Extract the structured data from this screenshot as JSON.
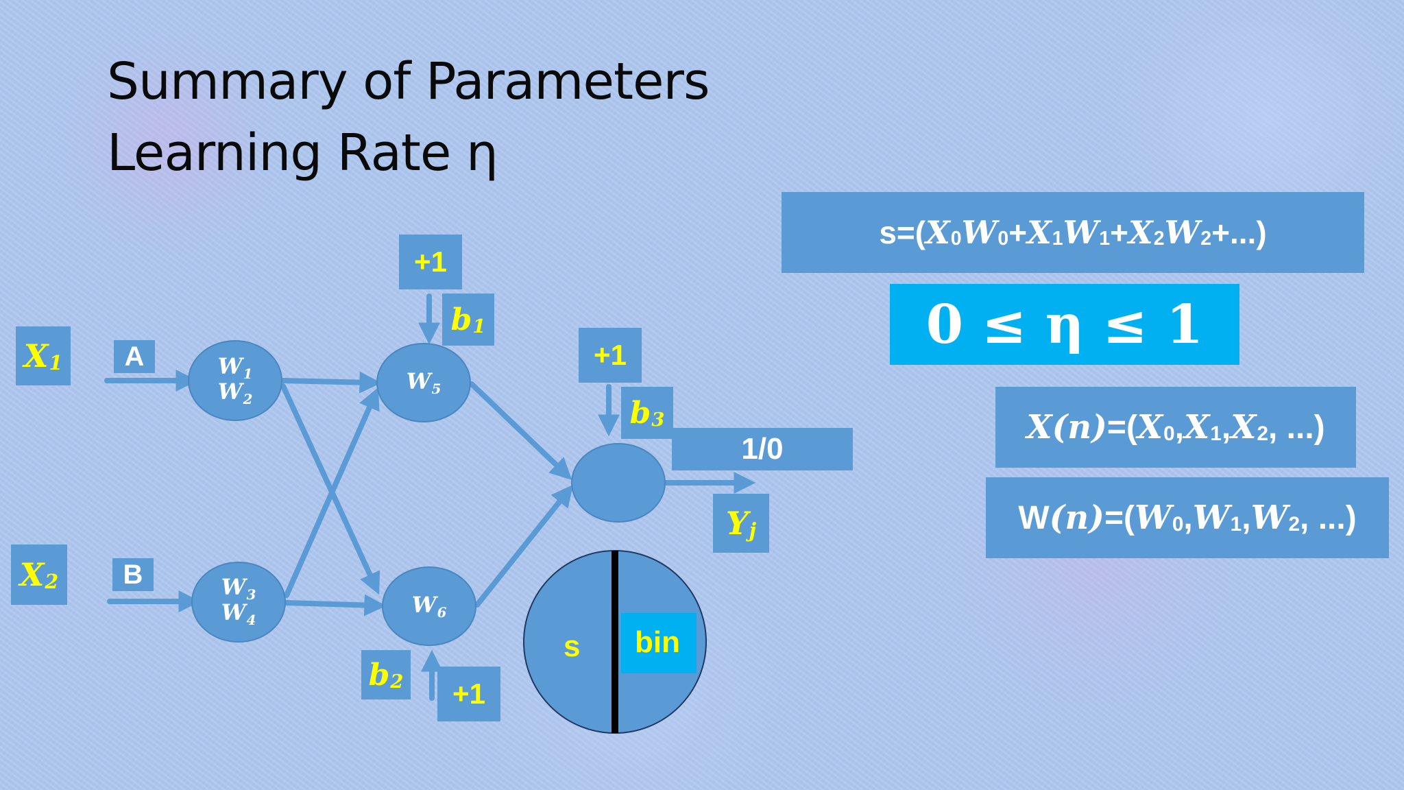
{
  "title": {
    "line1": "Summary of Parameters",
    "line2": "Learning Rate η"
  },
  "inputs": {
    "x1": {
      "base": "X",
      "sub": "1"
    },
    "x2": {
      "base": "X",
      "sub": "2"
    },
    "a": "A",
    "b": "B"
  },
  "bias": {
    "plus_one": "+1",
    "b1": {
      "base": "b",
      "sub": "1"
    },
    "b2": {
      "base": "b",
      "sub": "2"
    },
    "b3": {
      "base": "b",
      "sub": "3"
    }
  },
  "nodes": {
    "n1": {
      "line1_base": "W",
      "line1_sub": "1",
      "line2_base": "W",
      "line2_sub": "2"
    },
    "n2": {
      "line1_base": "W",
      "line1_sub": "3",
      "line2_base": "W",
      "line2_sub": "4"
    },
    "n5": {
      "base": "W",
      "sub": "5"
    },
    "n6": {
      "base": "W",
      "sub": "6"
    }
  },
  "output": {
    "value": "1/0",
    "y_base": "Y",
    "y_sub": "j"
  },
  "activation": {
    "left": "s",
    "right": "bin"
  },
  "formulas": {
    "sum": {
      "prefix": "s=(",
      "t0": "X",
      "t0s": "0",
      "t0w": "W",
      "t0ws": "0",
      "p1": "+",
      "t1": "X",
      "t1s": "1",
      "t1w": "W",
      "t1ws": "1",
      "p2": "+",
      "t2": "X",
      "t2s": "2",
      "t2w": "W",
      "t2ws": "2",
      "suffix": "+...)"
    },
    "eta": "0 ≤ η ≤ 1",
    "xn": {
      "head": "X",
      "arg": "(n)",
      "eq": "=(",
      "a": "X",
      "as": "0",
      "c1": ",",
      "b": "X",
      "bs": "1",
      "c2": ",",
      "c": "X",
      "cs": "2",
      "tail": ", ...)"
    },
    "wn": {
      "head": "W",
      "arg": "(n)",
      "eq": "=(",
      "a": "W",
      "as": "0",
      "c1": ",",
      "b": "W",
      "bs": "1",
      "c2": ",",
      "c": "W",
      "cs": "2",
      "tail": ", ...)"
    }
  },
  "colors": {
    "box_blue": "#5b9bd5",
    "eta_box": "#00b0f0",
    "label_yellow": "#ffff00",
    "text_white": "#ffffff"
  }
}
